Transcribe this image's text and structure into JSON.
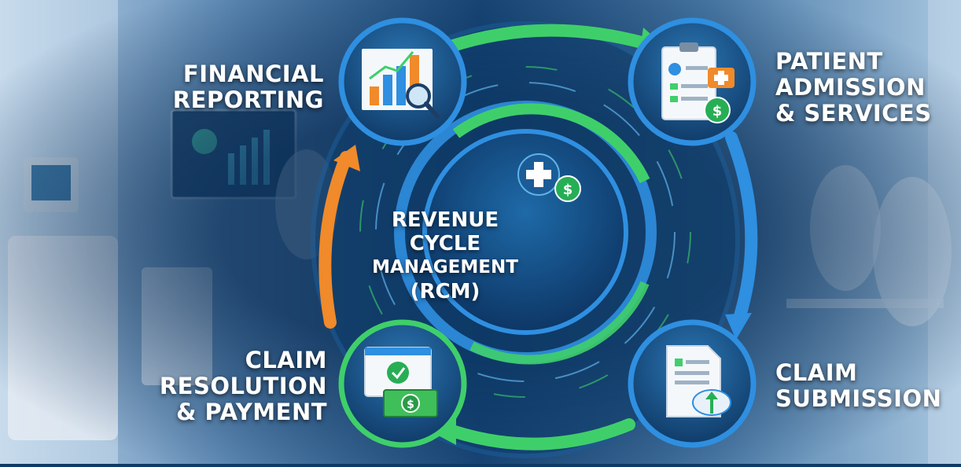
{
  "center": {
    "line1": "REVENUE",
    "line2": "CYCLE",
    "line3": "MANAGEMENT",
    "line4": "(RCM)",
    "icon": "medical-cross-dollar-icon"
  },
  "stages": {
    "financial_reporting": {
      "lines": [
        "FINANCIAL",
        "REPORTING"
      ],
      "icon": "bar-chart-magnifier-icon"
    },
    "patient_admission": {
      "lines": [
        "PATIENT",
        "ADMISSION",
        "& SERVICES"
      ],
      "icon": "clipboard-medical-dollar-icon"
    },
    "claim_submission": {
      "lines": [
        "CLAIM",
        "SUBMISSION"
      ],
      "icon": "document-cloud-upload-icon"
    },
    "claim_resolution": {
      "lines": [
        "CLAIM",
        "RESOLUTION",
        "& PAYMENT"
      ],
      "icon": "approved-window-cash-icon"
    }
  },
  "colors": {
    "accent_blue": "#2f8fe0",
    "accent_green": "#3fcf6a",
    "accent_orange": "#f08a2a",
    "node_fill": "#134a7a"
  }
}
